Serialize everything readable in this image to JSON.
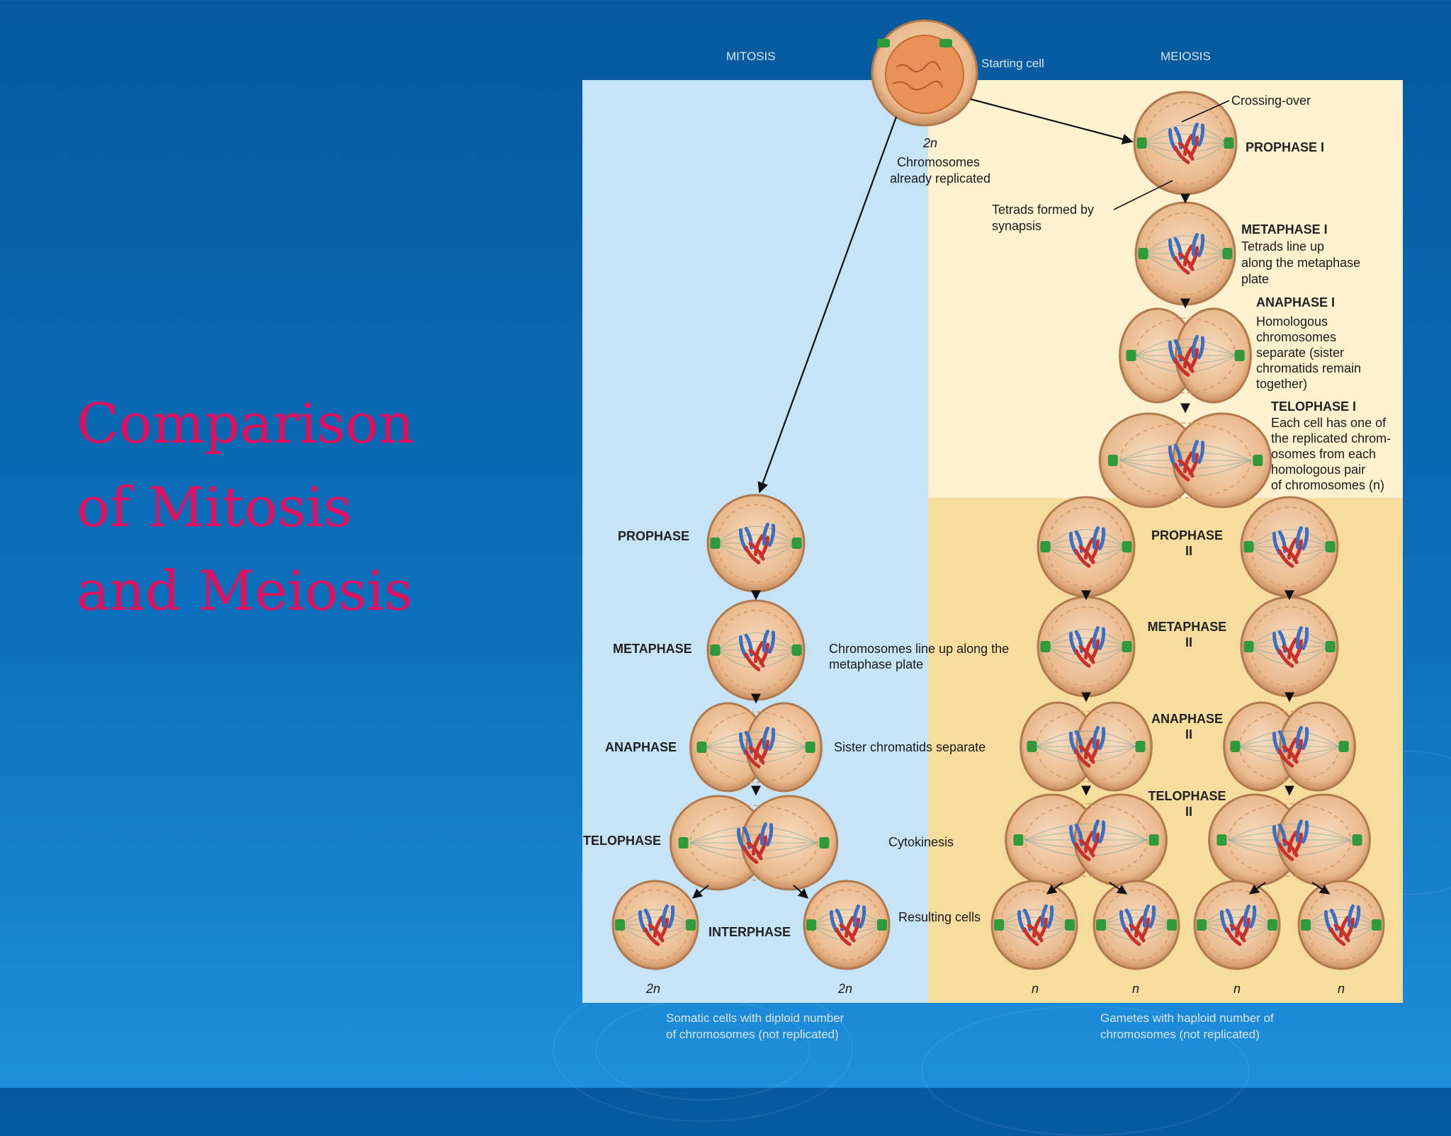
{
  "title": {
    "lines": [
      "Comparison",
      "of Mitosis",
      "and Meiosis"
    ],
    "color": "#e0105f"
  },
  "colors": {
    "background": "#0a6fbb",
    "mitosis_panel": "#c6e4f7",
    "meiosis_panel": "#fdf1cf",
    "meiosis2_panel": "#f6dc9d",
    "cell_fill": "#efc7a0",
    "chromosome_red": "#c9302c",
    "chromosome_blue": "#3a6fc4",
    "centriole_green": "#2e9a3a"
  },
  "diagram": {
    "header_mitosis": "MITOSIS",
    "header_meiosis": "MEIOSIS",
    "starting_cell": "Starting cell",
    "start_ploidy": "2n",
    "start_note": [
      "Chromosomes",
      "already replicated"
    ],
    "crossing_over": "Crossing-over",
    "tetrads_note": [
      "Tetrads formed by",
      "synapsis"
    ],
    "mitosis": {
      "prophase": "PROPHASE",
      "metaphase": "METAPHASE",
      "metaphase_note": [
        "Chromosomes line up along the",
        "metaphase plate"
      ],
      "anaphase": "ANAPHASE",
      "anaphase_note": "Sister chromatids separate",
      "telophase": "TELOPHASE",
      "telophase_note": "Cytokinesis",
      "interphase": "INTERPHASE",
      "resulting": "Resulting cells",
      "ploidy_left": "2n",
      "ploidy_right": "2n",
      "footer": [
        "Somatic cells with diploid number",
        "of chromosomes (not replicated)"
      ]
    },
    "meiosis1": {
      "prophase": "PROPHASE I",
      "metaphase": "METAPHASE I",
      "metaphase_note": [
        "Tetrads line up",
        "along the metaphase",
        "plate"
      ],
      "anaphase": "ANAPHASE I",
      "anaphase_note": [
        "Homologous",
        "chromosomes",
        "separate (sister",
        "chromatids remain",
        "together)"
      ],
      "telophase": "TELOPHASE I",
      "telophase_note": [
        "Each cell has one of",
        "the replicated chrom-",
        "osomes from each",
        "homologous pair",
        "of chromosomes (n)"
      ]
    },
    "meiosis2": {
      "prophase": [
        "PROPHASE",
        "II"
      ],
      "metaphase": [
        "METAPHASE",
        "II"
      ],
      "anaphase": [
        "ANAPHASE",
        "II"
      ],
      "telophase": [
        "TELOPHASE",
        "II"
      ],
      "ploidy": [
        "n",
        "n",
        "n",
        "n"
      ],
      "footer": [
        "Gametes with haploid number of",
        "chromosomes (not replicated)"
      ]
    }
  }
}
